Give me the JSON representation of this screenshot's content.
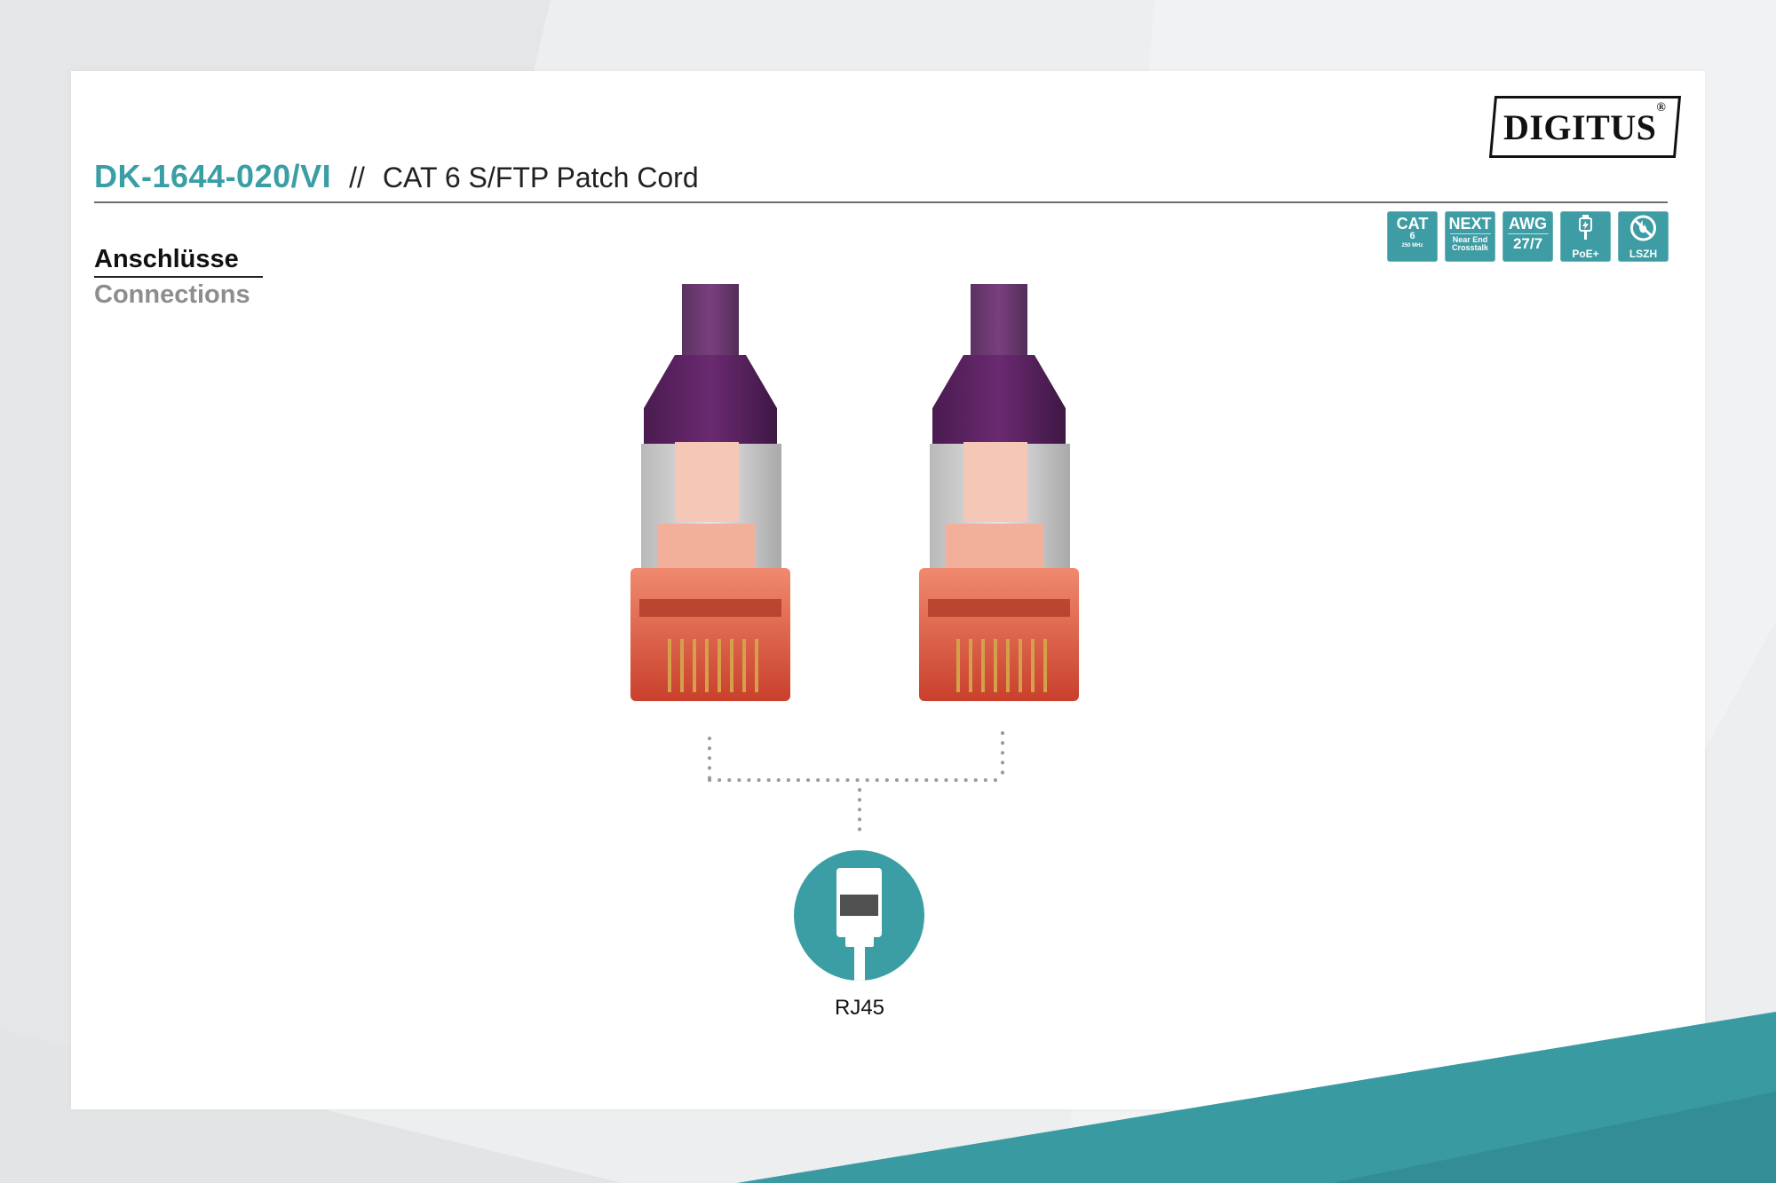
{
  "header": {
    "model": "DK-1644-020/VI",
    "separator": "//",
    "product": "CAT 6 S/FTP Patch Cord"
  },
  "brand": {
    "logo_text": "DIGITUS",
    "registered_mark": "®"
  },
  "section": {
    "title": "Anschlüsse",
    "subtitle": "Connections"
  },
  "badges": [
    {
      "icon": "cat6-icon",
      "top": "CAT",
      "middle": "6",
      "bottom": "250 MHz"
    },
    {
      "icon": "next-icon",
      "top": "NEXT",
      "line1": "Near End",
      "line2": "Crosstalk"
    },
    {
      "icon": "awg-icon",
      "top": "AWG",
      "bottom": "27/7"
    },
    {
      "icon": "poe-plug-icon",
      "bottom": "PoE+"
    },
    {
      "icon": "lszh-flame-icon",
      "bottom": "LSZH"
    }
  ],
  "connection": {
    "icon": "rj45-plug-icon",
    "label": "RJ45"
  },
  "colors": {
    "accent": "#3b9ea5",
    "cable": "#5b2460",
    "plug": "#e0533d",
    "shield": "#c9c9c9"
  }
}
